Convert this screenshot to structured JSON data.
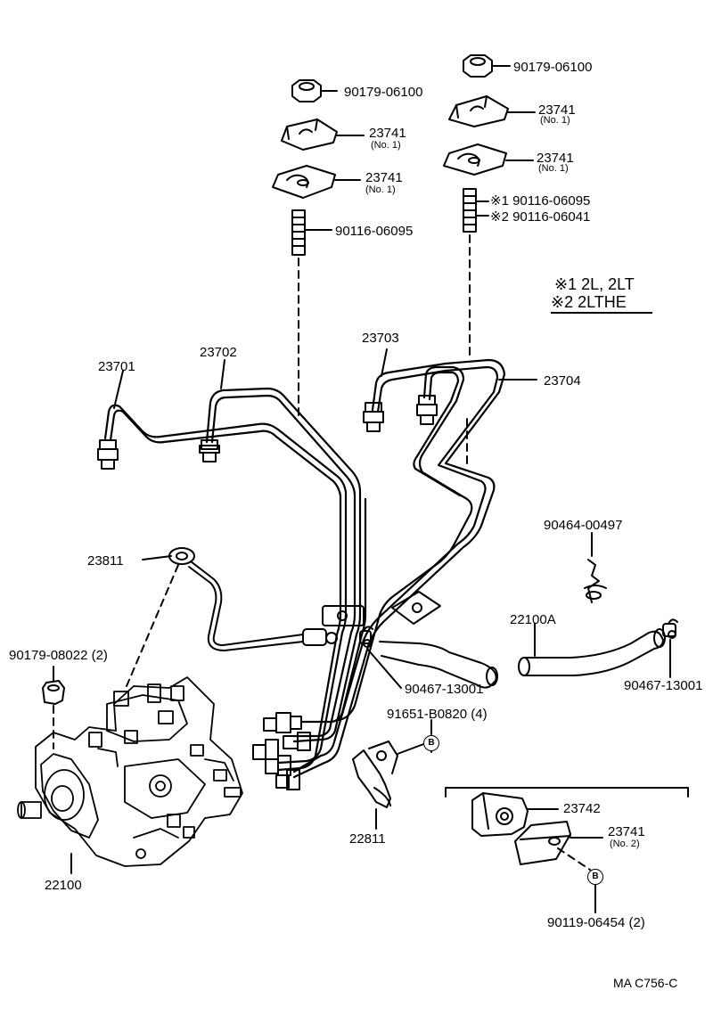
{
  "parts": {
    "nut_left": "90179-06100",
    "nut_right": "90179-06100",
    "clamp_left_upper": "23741",
    "clamp_left_upper_sub": "(No. 1)",
    "clamp_left_lower": "23741",
    "clamp_left_lower_sub": "(No. 1)",
    "clamp_right_upper": "23741",
    "clamp_right_upper_sub": "(No. 1)",
    "clamp_right_lower": "23741",
    "clamp_right_lower_sub": "(No. 1)",
    "stud_left": "90116-06095",
    "stud_right_1": "※1 90116-06095",
    "stud_right_2": "※2 90116-06041",
    "pipe_1": "23701",
    "pipe_2": "23702",
    "pipe_3": "23703",
    "pipe_4": "23704",
    "return_pipe": "23811",
    "pump_nut": "90179-08022 (2)",
    "pump": "22100",
    "hose_clamp_center": "90467-13001",
    "hose_clamp_right": "90467-13001",
    "hose_clip": "90464-00497",
    "hose": "22100A",
    "bolt": "91651-B0820 (4)",
    "bolt_ref": "B",
    "bracket": "22811",
    "clamp_lower": "23742",
    "clamp_lower_no2": "23741",
    "clamp_lower_no2_sub": "(No. 2)",
    "screw": "90119-06454 (2)",
    "screw_ref": "B"
  },
  "legend": {
    "line1": "※1 2L, 2LT",
    "line2": "※2 2LTHE"
  },
  "footer_code": "MA  C756-C"
}
